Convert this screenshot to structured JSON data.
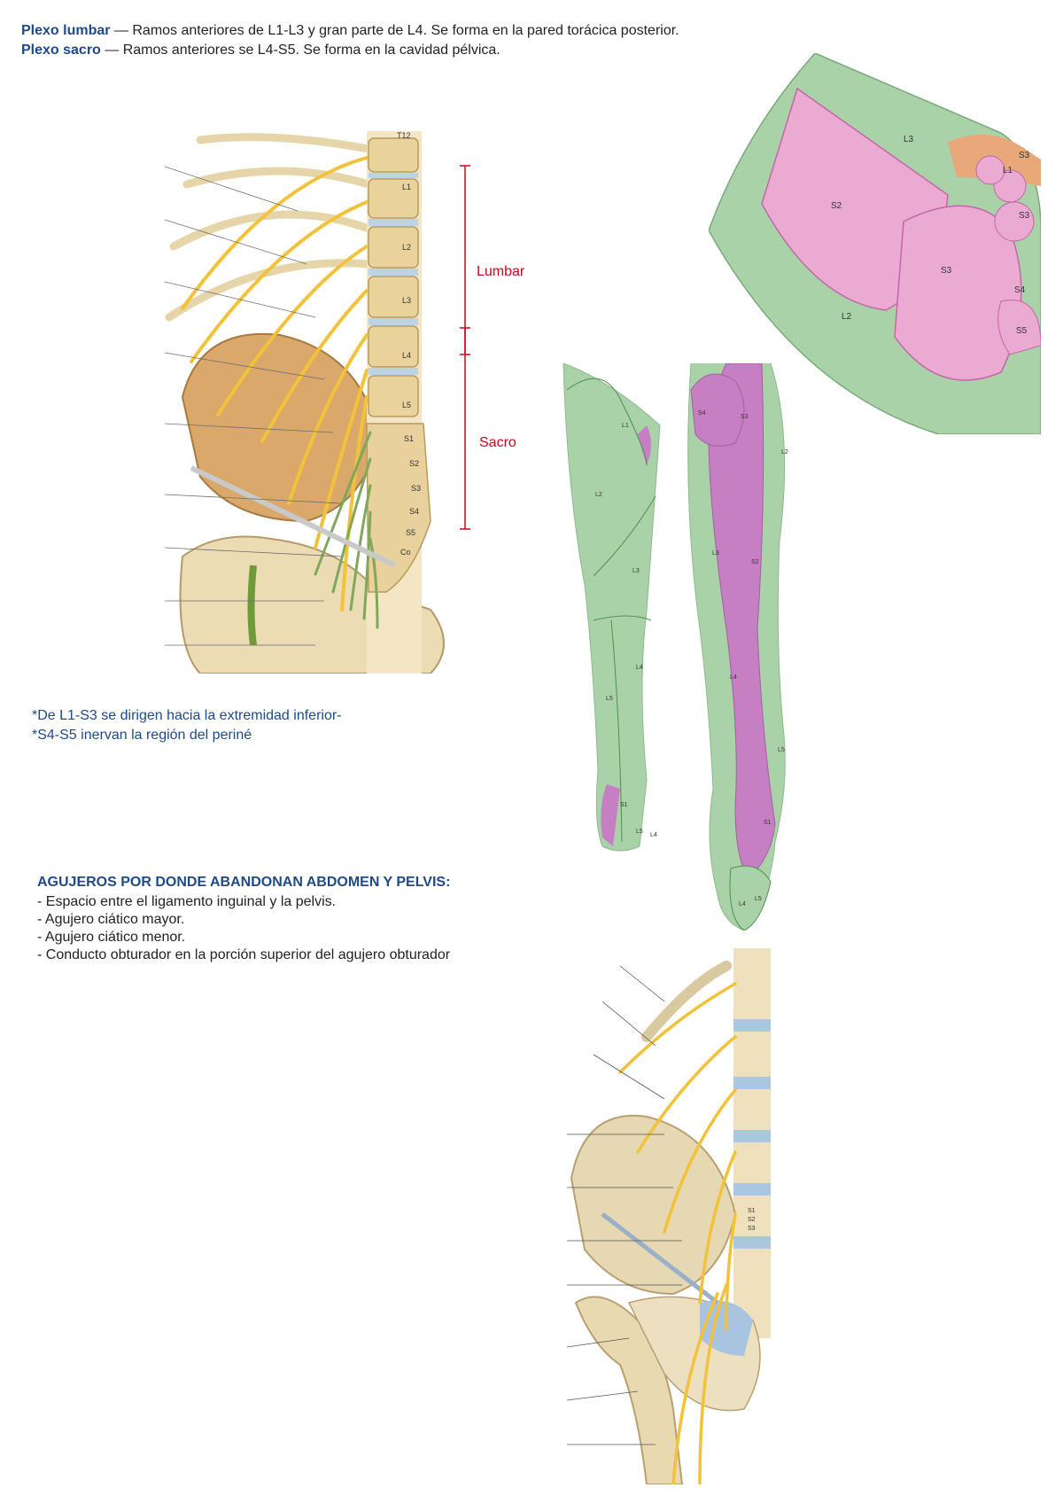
{
  "intro": {
    "lumbar_term": "Plexo lumbar",
    "lumbar_text": " — Ramos anteriores de L1-L3 y gran parte de L4. Se forma en la pared torácica posterior.",
    "sacral_term": "Plexo sacro",
    "sacral_text": " — Ramos anteriores se L4-S5. Se forma en la cavidad pélvica."
  },
  "figure1": {
    "vertebra_labels": [
      "T12",
      "L1",
      "L2",
      "L3",
      "L4",
      "L5",
      "S1",
      "S2",
      "S3",
      "S4",
      "S5",
      "Co"
    ],
    "segment_lumbar": "Lumbar",
    "segment_sacro": "Sacro"
  },
  "notes": {
    "line1": "*De L1-S3 se dirigen hacia la extremidad inferior-",
    "line2": "*S4-S5 inervan la región del periné"
  },
  "figure_perineum": {
    "labels": [
      "L3",
      "S2",
      "L2",
      "S3",
      "L1",
      "S3",
      "S3",
      "S4",
      "S5"
    ]
  },
  "figure_legs": {
    "front_labels": [
      "L1",
      "L2",
      "L3",
      "L4",
      "L5",
      "S1",
      "L5",
      "L4"
    ],
    "back_labels": [
      "S4",
      "S3",
      "L2",
      "L3",
      "S2",
      "L4",
      "L5",
      "S1",
      "L4",
      "L5"
    ]
  },
  "holes": {
    "title": "AGUJEROS POR DONDE ABANDONAN ABDOMEN Y PELVIS:",
    "items": [
      "- Espacio entre el ligamento inguinal y la pelvis.",
      "- Agujero ciático mayor.",
      "- Agujero ciático menor.",
      "- Conducto obturador en la porción superior del agujero obturador"
    ]
  },
  "figure_bottom": {
    "labels": [
      "S1",
      "S2",
      "S3"
    ]
  },
  "colors": {
    "accent_blue": "#1f4a8a",
    "segment_red": "#d0021b",
    "dermatome_green": "#9fcf9f",
    "dermatome_pink": "#e6a8cf",
    "dermatome_purple": "#c77fc4",
    "nerve_yellow": "#f2c23a",
    "bone": "#e7d3a6"
  }
}
